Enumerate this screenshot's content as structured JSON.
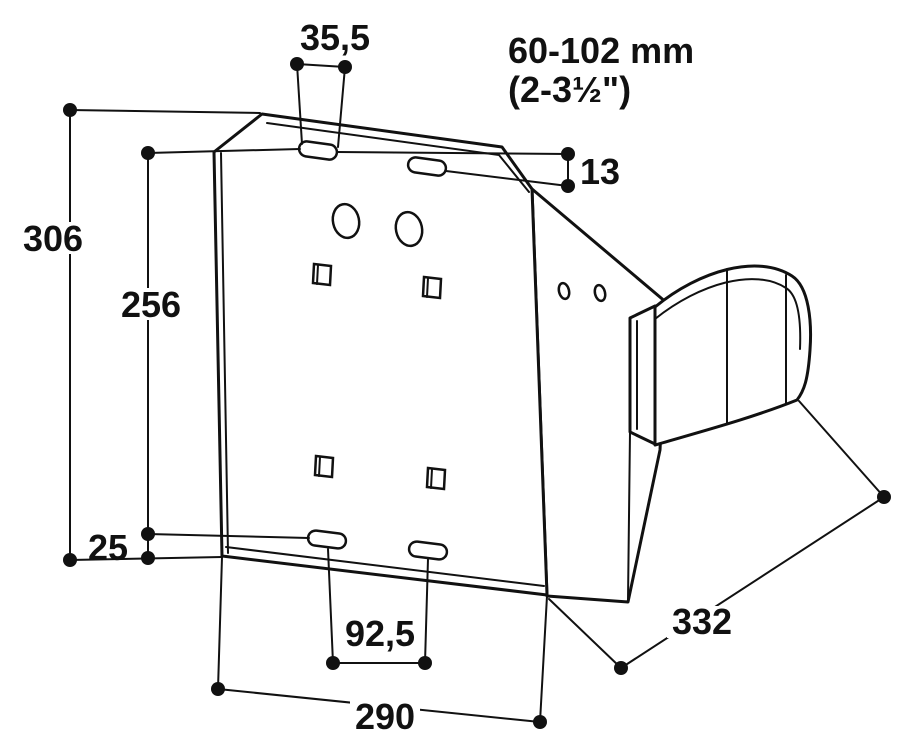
{
  "labels": {
    "top_slot_spacing": "35,5",
    "pole_range_mm": "60-102 mm",
    "pole_range_in": "(2-3½\")",
    "slot_offset": "13",
    "overall_height": "306",
    "inner_height": "256",
    "bottom_offset": "25",
    "bottom_slot_spacing": "92,5",
    "overall_width": "290",
    "depth": "332"
  },
  "colors": {
    "line": "#111111",
    "background": "#ffffff"
  }
}
